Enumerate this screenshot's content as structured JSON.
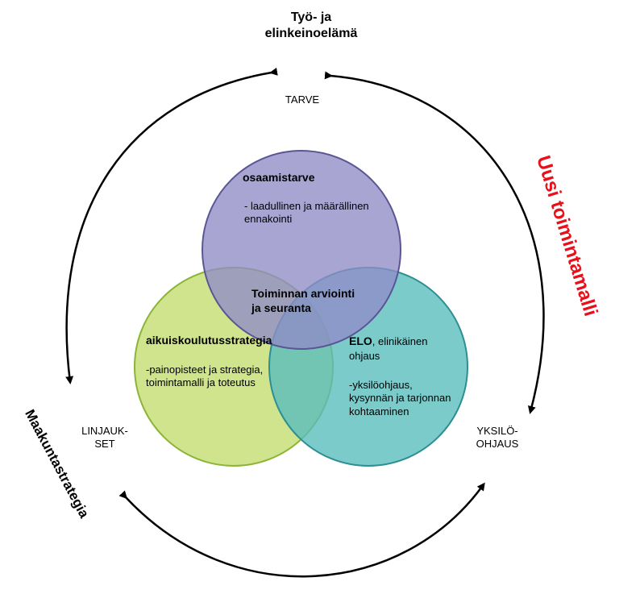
{
  "top_label": {
    "line1": "Työ- ja",
    "line2": "elinkeinoelämä"
  },
  "tarve": "TARVE",
  "linjaukset": {
    "line1": "LINJAUK-",
    "line2": "SET"
  },
  "yksiloohjaus": {
    "line1": "YKSILÖ-",
    "line2": "OHJAUS"
  },
  "uusi_toimintamalli": "Uusi toimintamalli",
  "maakuntastrategia": "Maakuntastrategia",
  "circles": {
    "top": {
      "title": "osaamistarve",
      "line1": "- laadullinen ja määrällinen",
      "line2": "ennakointi",
      "color": "#8f8cc7"
    },
    "left": {
      "title": "aikuiskoulutusstrategia",
      "line1": "-painopisteet ja strategia,",
      "line2": "toimintamalli ja toteutus",
      "color": "#c3dd6d"
    },
    "right": {
      "title_bold": "ELO",
      "title_rest": ", elinikäinen",
      "line2": "ohjaus",
      "line3": "-yksilöohjaus,",
      "line4": "kysynnän ja tarjonnan",
      "line5": "kohtaaminen",
      "color": "#56bcbc"
    }
  },
  "center": {
    "line1": "Toiminnan arviointi",
    "line2": "ja seuranta"
  }
}
